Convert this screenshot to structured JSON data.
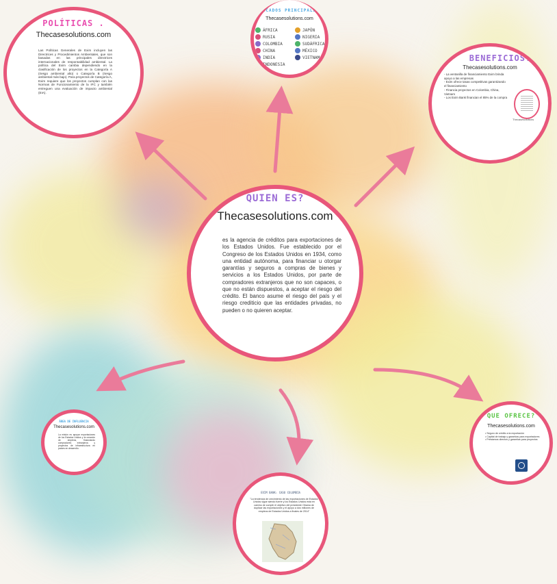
{
  "colors": {
    "accent": "#e8567a",
    "title_purple": "#9b6bd6",
    "title_pink": "#e94fb0",
    "title_green": "#5ac444",
    "title_blue": "#4aa6e0",
    "title_gray": "#7c8aa0"
  },
  "center": {
    "title": "QUIEN ES?",
    "site": "Thecasesolutions.com",
    "body": "es la agencia de créditos para exportaciones de los Estados Unidos. Fue establecido por el Congreso de los Estados Unidos en 1934, como una entidad autónoma, para financiar u otorgar garantías y seguros a compras de bienes y servicios a los Estados Unidos, por parte de compradores extranjeros que no son capaces, o que no están dispuestos, a aceptar el riesgo del crédito. El banco asume el riesgo del país y el riesgo crediticio que las entidades privadas, no pueden o no quieren aceptar."
  },
  "politicas": {
    "title": "POLÍTICAS .",
    "site": "Thecasesolutions.com",
    "body": "Las Políticas Generales de Exim incluyen las Directrices y Procedimientos Ambientales, que son basadas en las principales directrices internacionales de responsabilidad ambiental. La política del Exim cambia dependiendo en la clasificación de los proyectos en la Categoría A (riesgo ambiental alto) o Categoría B (riesgo ambiental más bajo). Para proyectos de Categoría A, Exim requiere que los proyectos cumplan con las Normas de Funcionamiento de la IFC y también entreguen una evaluación de impacto ambiental (EIA)."
  },
  "mercados": {
    "title": "MERCADOS PRINCIPALES.",
    "site": "Thecasesolutions.com",
    "items": [
      {
        "label": "ÁFRICA",
        "color": "#4db36a"
      },
      {
        "label": "JAPÓN",
        "color": "#e3a02a"
      },
      {
        "label": "RUSIA",
        "color": "#d8507a"
      },
      {
        "label": "NIGERIA",
        "color": "#5577c4"
      },
      {
        "label": "COLOMBIA",
        "color": "#8a6ac8"
      },
      {
        "label": "SUDÁFRICA",
        "color": "#4db36a"
      },
      {
        "label": "CHINA",
        "color": "#d8507a"
      },
      {
        "label": "MÉXICO",
        "color": "#5577c4"
      },
      {
        "label": "INDIA",
        "color": "#8a6ac8"
      },
      {
        "label": "VIETNAM",
        "color": "#3a4a8a"
      },
      {
        "label": "INDONESIA",
        "color": "#c85050"
      }
    ]
  },
  "beneficios": {
    "title": "BENEFICIOS.",
    "site": "Thecasesolutions.com",
    "bullets": [
      "La ventanilla de financiamiento Exim brinda apoyo a las empresas",
      "Exim ofrece tasas competitivas garantizando el financiamiento",
      "Financia proyectos en Colombia, China, Vietnam",
      "Los Exim Bank financian el 85% de la compra"
    ],
    "thumb_caption": "Thecasesolutions"
  },
  "area": {
    "title": "ÁREA DE INFLUENCIA",
    "site": "Thecasesolutions.com",
    "body": "La misión es apoyar exportaciones de los Estados Unidos y la creación de empleos, financiando compradores extranjeros y proyectos de infraestructura en países en desarrollo."
  },
  "colombia": {
    "title": "EXIM BANK: CASO COLOMBIA",
    "body": "\"La tendencia de crecimiento de las exportaciones de Estados Unidos sigue siendo fuerte y los Estados Unidos está en camino de cumplir el objetivo del presidente Obama de duplicar las exportaciones y el apoyo a dos millones de empleos de Estados Unidos a finales de 2014\""
  },
  "ofrece": {
    "title": "QUE OFRECE?",
    "site": "Thecasesolutions.com",
    "bullets": [
      "Seguro de crédito a la exportación",
      "Capital de trabajo y garantías para exportadores",
      "Préstamos directos y garantías para proyectos"
    ]
  }
}
